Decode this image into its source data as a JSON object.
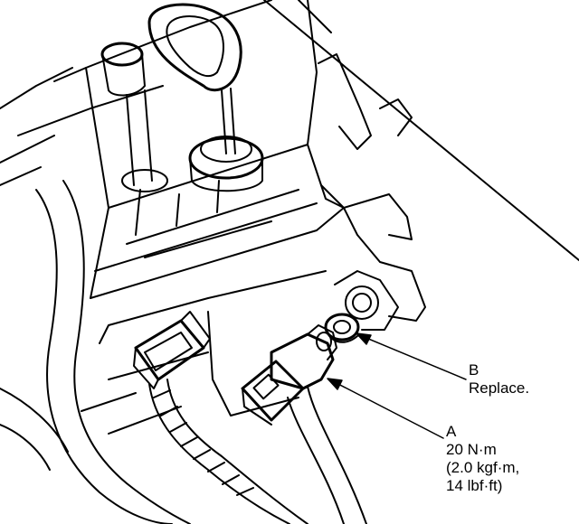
{
  "callouts": {
    "b": {
      "letter": "B",
      "note": "Replace."
    },
    "a": {
      "letter": "A",
      "torque_nm": "20 N·m",
      "torque_kgf": "(2.0 kgf·m,",
      "torque_lbf": "14 lbf·ft)"
    }
  },
  "colors": {
    "line": "#000000",
    "background": "#ffffff"
  }
}
